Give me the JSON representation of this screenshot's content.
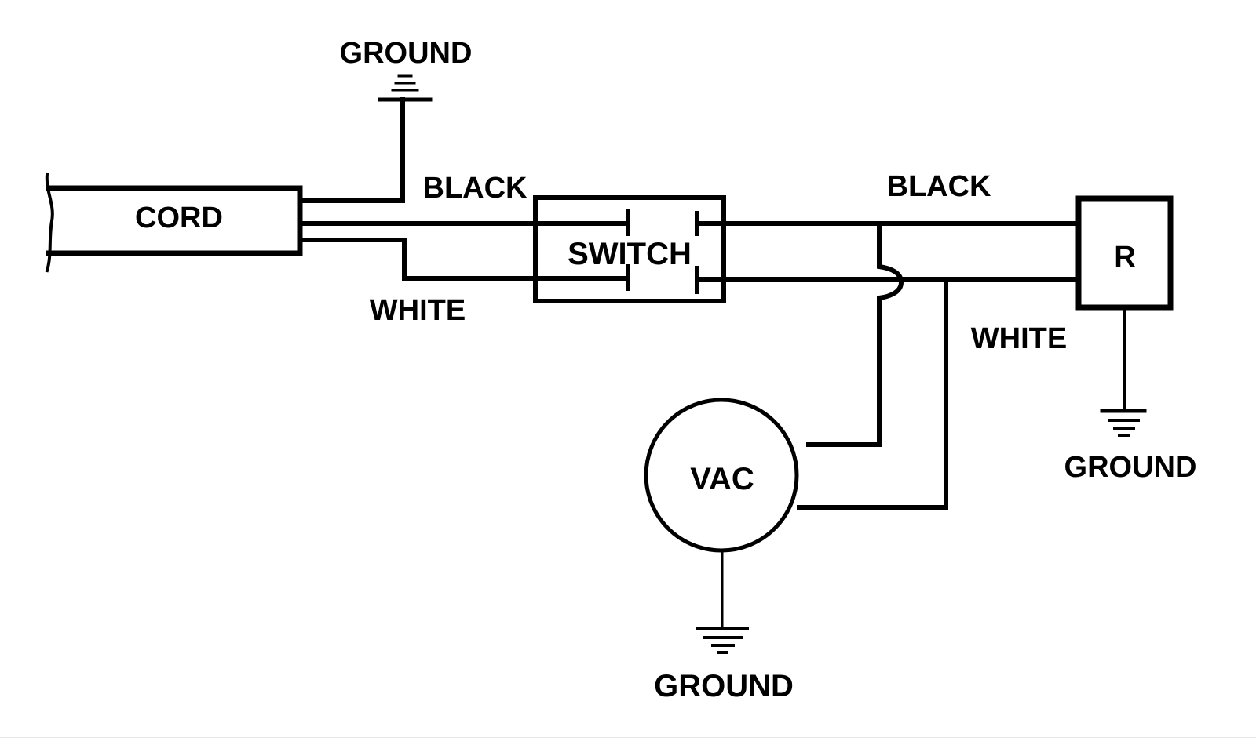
{
  "diagram": {
    "type": "electrical wiring schematic",
    "components": {
      "cord": {
        "label": "CORD"
      },
      "switch": {
        "label": "SWITCH"
      },
      "load": {
        "label": "R"
      },
      "source": {
        "label": "VAC"
      }
    },
    "wire_labels": {
      "cord_ground": "GROUND",
      "black_in": "BLACK",
      "white_in": "WHITE",
      "black_out": "BLACK",
      "white_out": "WHITE",
      "load_ground": "GROUND",
      "source_ground": "GROUND"
    },
    "connections": [
      {
        "from": "CORD",
        "to": "GROUND",
        "wire": "ground"
      },
      {
        "from": "CORD",
        "to": "SWITCH",
        "wire": "BLACK"
      },
      {
        "from": "CORD",
        "to": "SWITCH",
        "wire": "WHITE"
      },
      {
        "from": "SWITCH",
        "to": "R",
        "wire": "BLACK"
      },
      {
        "from": "SWITCH",
        "to": "R",
        "wire": "WHITE"
      },
      {
        "from": "VAC",
        "to": "BLACK",
        "wire": "tap (crosses WHITE)"
      },
      {
        "from": "VAC",
        "to": "WHITE",
        "wire": "tap"
      },
      {
        "from": "R",
        "to": "GROUND",
        "wire": "ground"
      },
      {
        "from": "VAC",
        "to": "GROUND",
        "wire": "ground"
      }
    ]
  }
}
